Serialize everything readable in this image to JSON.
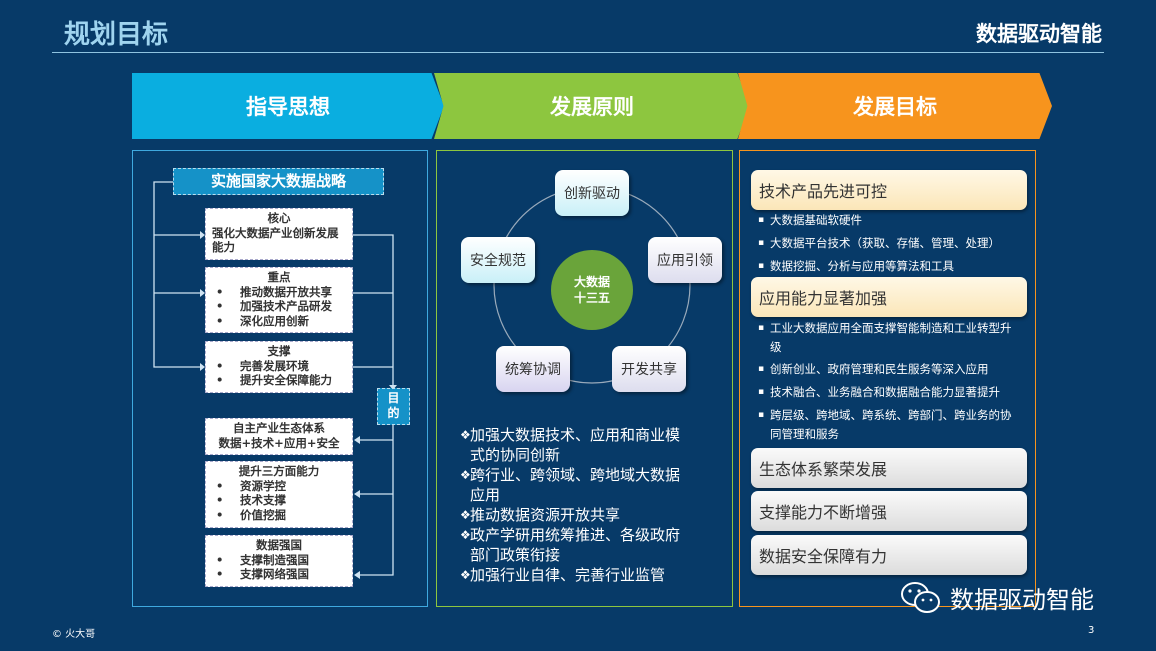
{
  "header": {
    "title": "规划目标",
    "brand": "数据驱动智能"
  },
  "arrows": [
    {
      "label": "指导思想",
      "color": "#0aaee0"
    },
    {
      "label": "发展原则",
      "color": "#8dc63f"
    },
    {
      "label": "发展目标",
      "color": "#f7941d"
    }
  ],
  "guide": {
    "banner": "实施国家大数据战略",
    "boxes": [
      {
        "title": "核心",
        "text": "强化大数据产业创新发展能力"
      },
      {
        "title": "重点",
        "bullets": [
          "推动数据开放共享",
          "加强技术产品研发",
          "深化应用创新"
        ]
      },
      {
        "title": "支撑",
        "bullets": [
          "完善发展环境",
          "提升安全保障能力"
        ]
      }
    ],
    "purpose": "目的",
    "goals": [
      {
        "title": "自主产业生态体系",
        "text": "数据+技术+应用+安全"
      },
      {
        "title": "提升三方面能力",
        "bullets": [
          "资源学控",
          "技术支撑",
          "价值挖掘"
        ]
      },
      {
        "title": "数据强国",
        "bullets": [
          "支撑制造强国",
          "支撑网络强国"
        ]
      }
    ]
  },
  "principles": {
    "center": [
      "大数据",
      "十三五"
    ],
    "nodes": [
      "创新驱动",
      "应用引领",
      "开发共享",
      "统筹协调",
      "安全规范"
    ],
    "bullet_mark": "❖",
    "bullets": [
      "加强大数据技术、应用和商业模式的协同创新",
      "跨行业、跨领域、跨地域大数据应用",
      "推动数据资源开放共享",
      "政产学研用统筹推进、各级政府部门政策衔接",
      "加强行业自律、完善行业监管"
    ]
  },
  "goals": {
    "sections": [
      {
        "title": "技术产品先进可控",
        "bullets": [
          "大数据基础软硬件",
          "大数据平台技术（获取、存储、管理、处理）",
          "数据挖掘、分析与应用等算法和工具"
        ]
      },
      {
        "title": "应用能力显著加强",
        "bullets": [
          "工业大数据应用全面支撑智能制造和工业转型升级",
          "创新创业、政府管理和民生服务等深入应用",
          "技术融合、业务融合和数据融合能力显著提升",
          "跨层级、跨地域、跨系统、跨部门、跨业务的协同管理和服务"
        ]
      },
      {
        "title": "生态体系繁荣发展"
      },
      {
        "title": "支撑能力不断增强"
      },
      {
        "title": "数据安全保障有力"
      }
    ]
  },
  "footer": {
    "copyright": "© 火大哥",
    "page": "3",
    "watermark": "数据驱动智能"
  }
}
